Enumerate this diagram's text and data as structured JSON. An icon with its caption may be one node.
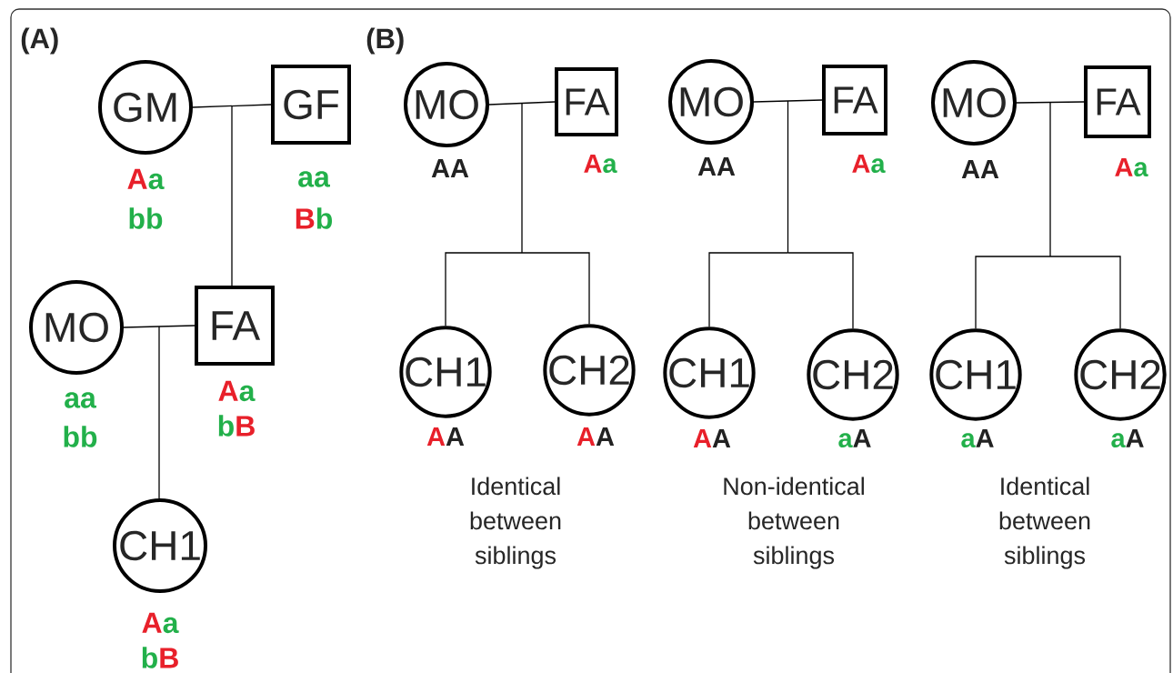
{
  "diagram": {
    "nodes": [
      {
        "text": [
          "GM"
        ],
        "beside": [
          "Aa",
          "bb"
        ]
      },
      {
        "text": [
          "GF"
        ],
        "beside": [
          "aa",
          "Bb"
        ]
      },
      {
        "text": [
          "MO"
        ],
        "beside": [
          "aa",
          "bb"
        ]
      },
      {
        "text": [
          "FA"
        ],
        "beside": [
          "Aa",
          "bB"
        ]
      },
      {
        "text": [
          "CH1"
        ],
        "beside": [
          "Aa",
          "bB"
        ]
      },
      {
        "text": [
          "MO"
        ],
        "beside": [
          "AA"
        ]
      },
      {
        "text": [
          "FA"
        ],
        "beside": [
          "Aa"
        ]
      },
      {
        "text": [
          "CH1"
        ],
        "beside": [
          "AA"
        ]
      },
      {
        "text": [
          "CH2"
        ],
        "beside": [
          "AA"
        ]
      },
      {
        "text": [
          "MO"
        ],
        "beside": [
          "AA"
        ]
      },
      {
        "text": [
          "FA"
        ],
        "beside": [
          "Aa"
        ]
      },
      {
        "text": [
          "CH1"
        ],
        "beside": [
          "AA"
        ]
      },
      {
        "text": [
          "CH2"
        ],
        "beside": [
          "aA"
        ]
      },
      {
        "text": [
          "MO"
        ],
        "beside": [
          "AA"
        ]
      },
      {
        "text": [
          "FA"
        ],
        "beside": [
          "Aa"
        ]
      },
      {
        "text": [
          "CH1"
        ],
        "beside": [
          "aA"
        ]
      },
      {
        "text": [
          "CH2"
        ],
        "beside": [
          "aA"
        ]
      }
    ],
    "edges": [
      {
        "from": 0,
        "to": 1,
        "arrow": "none"
      },
      {
        "from": 0,
        "to": 3,
        "arrow": "none"
      },
      {
        "from": 1,
        "to": 3,
        "arrow": "none"
      },
      {
        "from": 2,
        "to": 3,
        "arrow": "none"
      },
      {
        "from": 2,
        "to": 4,
        "arrow": "none"
      },
      {
        "from": 3,
        "to": 4,
        "arrow": "none"
      },
      {
        "from": 5,
        "to": 6,
        "arrow": "none"
      },
      {
        "from": 5,
        "to": 7,
        "arrow": "none"
      },
      {
        "from": 6,
        "to": 7,
        "arrow": "none"
      },
      {
        "from": 5,
        "to": 8,
        "arrow": "none"
      },
      {
        "from": 6,
        "to": 8,
        "arrow": "none"
      },
      {
        "from": 9,
        "to": 10,
        "arrow": "none"
      },
      {
        "from": 9,
        "to": 11,
        "arrow": "none"
      },
      {
        "from": 10,
        "to": 11,
        "arrow": "none"
      },
      {
        "from": 9,
        "to": 12,
        "arrow": "none"
      },
      {
        "from": 10,
        "to": 12,
        "arrow": "none"
      },
      {
        "from": 13,
        "to": 14,
        "arrow": "none"
      },
      {
        "from": 13,
        "to": 15,
        "arrow": "none"
      },
      {
        "from": 14,
        "to": 15,
        "arrow": "none"
      },
      {
        "from": 13,
        "to": 16,
        "arrow": "none"
      },
      {
        "from": 14,
        "to": 16,
        "arrow": "none"
      }
    ],
    "labels": [
      "(A)",
      "(B)",
      "Identical between siblings",
      "Non-identical between siblings",
      "Identical between siblings"
    ]
  }
}
